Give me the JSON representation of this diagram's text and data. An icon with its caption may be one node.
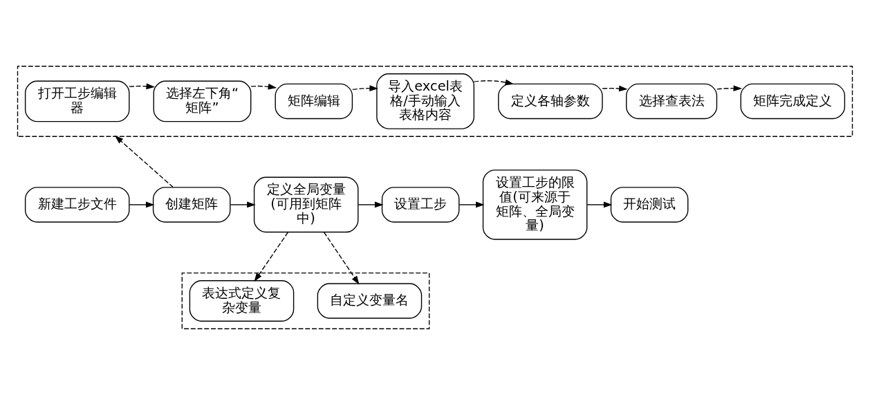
{
  "diagram": {
    "nodes": [
      {
        "text": [],
        "shape": "box"
      },
      {
        "text": [
          "打开工步编辑器"
        ],
        "in": 0
      },
      {
        "text": [
          "选择左下角“矩阵”"
        ],
        "in": 0
      },
      {
        "text": [
          "矩阵编辑"
        ],
        "in": 0
      },
      {
        "text": [
          "导入excel表格/手动输入表格内容"
        ],
        "in": 0
      },
      {
        "text": [
          "定义各轴参数"
        ],
        "in": 0
      },
      {
        "text": [
          "选择查表法"
        ],
        "in": 0
      },
      {
        "text": [
          "矩阵完成定义"
        ],
        "in": 0
      },
      {
        "text": [
          "新建工步文件"
        ]
      },
      {
        "text": [
          "创建矩阵"
        ]
      },
      {
        "text": [
          "定义全局变量(可用到矩阵中)"
        ]
      },
      {
        "text": [
          "设置工步"
        ]
      },
      {
        "text": [
          "设置工步的限值(可来源于矩阵、全局变量)"
        ]
      },
      {
        "text": [
          "开始测试"
        ]
      },
      {
        "text": [],
        "shape": "box"
      },
      {
        "text": [
          "自定义变量名"
        ],
        "in": 14
      },
      {
        "text": [
          "表达式定义复杂变量"
        ],
        "in": 14
      }
    ],
    "edges": [
      {
        "from": 1,
        "to": 2,
        "arrow": "to",
        "style": "dashed"
      },
      {
        "from": 2,
        "to": 3,
        "arrow": "to",
        "style": "dashed"
      },
      {
        "from": 3,
        "to": 4,
        "arrow": "to",
        "style": "dashed"
      },
      {
        "from": 4,
        "to": 5,
        "arrow": "to",
        "style": "dashed"
      },
      {
        "from": 5,
        "to": 6,
        "arrow": "to",
        "style": "dashed"
      },
      {
        "from": 6,
        "to": 7,
        "arrow": "to",
        "style": "dashed"
      },
      {
        "from": 9,
        "to": 0,
        "arrow": "to",
        "style": "dashed"
      },
      {
        "from": 8,
        "to": 9,
        "arrow": "to"
      },
      {
        "from": 9,
        "to": 10,
        "arrow": "to"
      },
      {
        "from": 10,
        "to": 11,
        "arrow": "to"
      },
      {
        "from": 11,
        "to": 12,
        "arrow": "to"
      },
      {
        "from": 12,
        "to": 13,
        "arrow": "to"
      },
      {
        "from": 10,
        "to": 15,
        "arrow": "to",
        "style": "dashed"
      },
      {
        "from": 10,
        "to": 16,
        "arrow": "to",
        "style": "dashed"
      }
    ]
  }
}
